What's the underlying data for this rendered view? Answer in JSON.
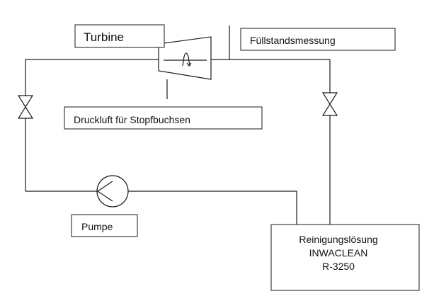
{
  "diagram": {
    "turbine_label": "Turbine",
    "level_measurement_label": "Füllstandsmessung",
    "gland_air_label": "Druckluft für Stopfbuchsen",
    "pump_label": "Pumpe",
    "tank_label": {
      "line1": "Reinigungslösung",
      "line2": "INWACLEAN",
      "line3": "R-3250"
    }
  }
}
